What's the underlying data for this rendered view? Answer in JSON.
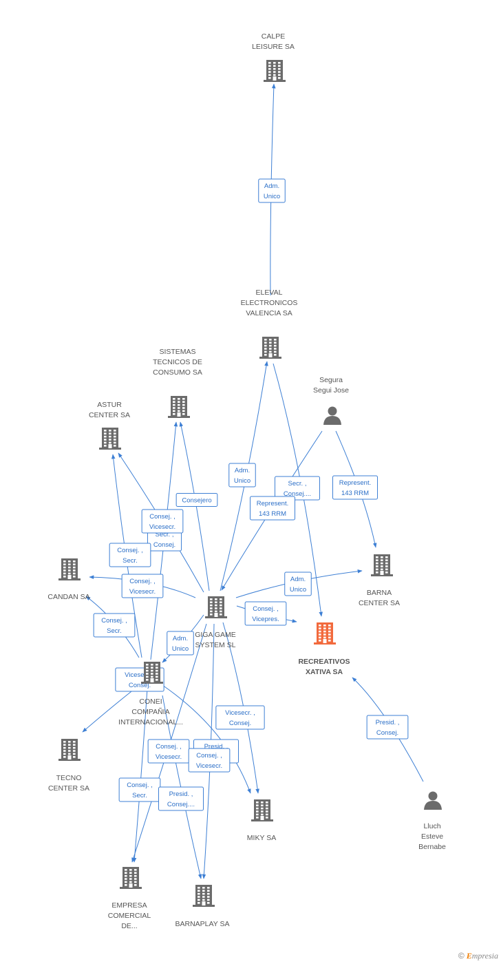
{
  "colors": {
    "edge": "#3d7fd4",
    "building": "#6b6b6b",
    "main_building": "#f26a3d",
    "person": "#6b6b6b"
  },
  "nodes": [
    {
      "id": "calpe",
      "type": "company",
      "label": [
        "CALPE",
        "LEISURE SA"
      ],
      "icon": "building-icon"
    },
    {
      "id": "eleval",
      "type": "company",
      "label": [
        "ELEVAL",
        "ELECTRONICOS",
        "VALENCIA SA"
      ],
      "icon": "building-icon"
    },
    {
      "id": "sistemas",
      "type": "company",
      "label": [
        "SISTEMAS",
        "TECNICOS DE",
        "CONSUMO SA"
      ],
      "icon": "building-icon"
    },
    {
      "id": "astur",
      "type": "company",
      "label": [
        "ASTUR",
        "CENTER SA"
      ],
      "icon": "building-icon"
    },
    {
      "id": "segura",
      "type": "person",
      "label": [
        "Segura",
        "Segui Jose"
      ],
      "icon": "person-icon"
    },
    {
      "id": "candan",
      "type": "company",
      "label": [
        "CANDAN SA"
      ],
      "icon": "building-icon"
    },
    {
      "id": "barna",
      "type": "company",
      "label": [
        "BARNA",
        "CENTER SA"
      ],
      "icon": "building-icon"
    },
    {
      "id": "giga",
      "type": "company",
      "label": [
        "GIGA GAME",
        "SYSTEM SL"
      ],
      "icon": "building-icon"
    },
    {
      "id": "recreativos",
      "type": "company",
      "main": true,
      "label": [
        "RECREATIVOS",
        "XATIVA SA"
      ],
      "icon": "building-icon"
    },
    {
      "id": "conei",
      "type": "company",
      "label": [
        "CONEI",
        "COMPAÑIA",
        "INTERNACIONAL..."
      ],
      "icon": "building-icon"
    },
    {
      "id": "tecno",
      "type": "company",
      "label": [
        "TECNO",
        "CENTER SA"
      ],
      "icon": "building-icon"
    },
    {
      "id": "miky",
      "type": "company",
      "label": [
        "MIKY SA"
      ],
      "icon": "building-icon"
    },
    {
      "id": "lluch",
      "type": "person",
      "label": [
        "Lluch",
        "Esteve",
        "Bernabe"
      ],
      "icon": "person-icon"
    },
    {
      "id": "empresa",
      "type": "company",
      "label": [
        "EMPRESA",
        "COMERCIAL",
        "DE..."
      ],
      "icon": "building-icon"
    },
    {
      "id": "barnaplay",
      "type": "company",
      "label": [
        "BARNAPLAY SA"
      ],
      "icon": "building-icon"
    }
  ],
  "edges": [
    {
      "from": "eleval",
      "to": "calpe",
      "label": [
        "Adm.",
        "Unico"
      ]
    },
    {
      "from": "giga",
      "to": "eleval",
      "label": [
        "Adm.",
        "Unico"
      ]
    },
    {
      "from": "eleval",
      "to": "recreativos",
      "label": [
        "Secr. ,",
        "Consej...."
      ]
    },
    {
      "from": "segura",
      "to": "giga",
      "label": [
        "Represent.",
        "143 RRM"
      ]
    },
    {
      "from": "segura",
      "to": "barna",
      "label": [
        "Represent.",
        "143 RRM"
      ]
    },
    {
      "from": "giga",
      "to": "sistemas",
      "label": [
        "Consejero"
      ]
    },
    {
      "from": "conei",
      "to": "sistemas",
      "label": [
        "Secr. ,",
        "Consej."
      ]
    },
    {
      "from": "giga",
      "to": "astur",
      "label": [
        "Consej. ,",
        "Vicesecr."
      ]
    },
    {
      "from": "conei",
      "to": "astur",
      "label": [
        "Consej. ,",
        "Secr."
      ]
    },
    {
      "from": "giga",
      "to": "candan",
      "label": [
        "Consej. ,",
        "Vicesecr."
      ]
    },
    {
      "from": "conei",
      "to": "candan",
      "label": [
        "Consej. ,",
        "Secr."
      ]
    },
    {
      "from": "giga",
      "to": "barna",
      "label": [
        "Adm.",
        "Unico"
      ]
    },
    {
      "from": "giga",
      "to": "recreativos",
      "label": [
        "Consej. ,",
        "Vicepres."
      ]
    },
    {
      "from": "giga",
      "to": "conei",
      "label": [
        "Adm.",
        "Unico"
      ]
    },
    {
      "from": "conei",
      "to": "tecno",
      "label": [
        "Vicesecr. ,",
        "Consej."
      ]
    },
    {
      "from": "giga",
      "to": "miky",
      "label": [
        "Vicesecr. ,",
        "Consej."
      ]
    },
    {
      "from": "conei",
      "to": "miky",
      "label": [
        "Presid. ,",
        "Consej...."
      ]
    },
    {
      "from": "giga",
      "to": "empresa",
      "label": [
        "Consej. ,",
        "Vicesecr."
      ]
    },
    {
      "from": "conei",
      "to": "empresa",
      "label": [
        "Consej. ,",
        "Secr."
      ]
    },
    {
      "from": "giga",
      "to": "barnaplay",
      "label": [
        "Consej. ,",
        "Vicesecr."
      ]
    },
    {
      "from": "conei",
      "to": "barnaplay",
      "label": [
        "Presid. ,",
        "Consej...."
      ]
    },
    {
      "from": "lluch",
      "to": "recreativos",
      "label": [
        "Presid. ,",
        "Consej."
      ]
    }
  ],
  "footer": {
    "copyright": "©",
    "brand_initial": "E",
    "brand_rest": "mpresia"
  }
}
